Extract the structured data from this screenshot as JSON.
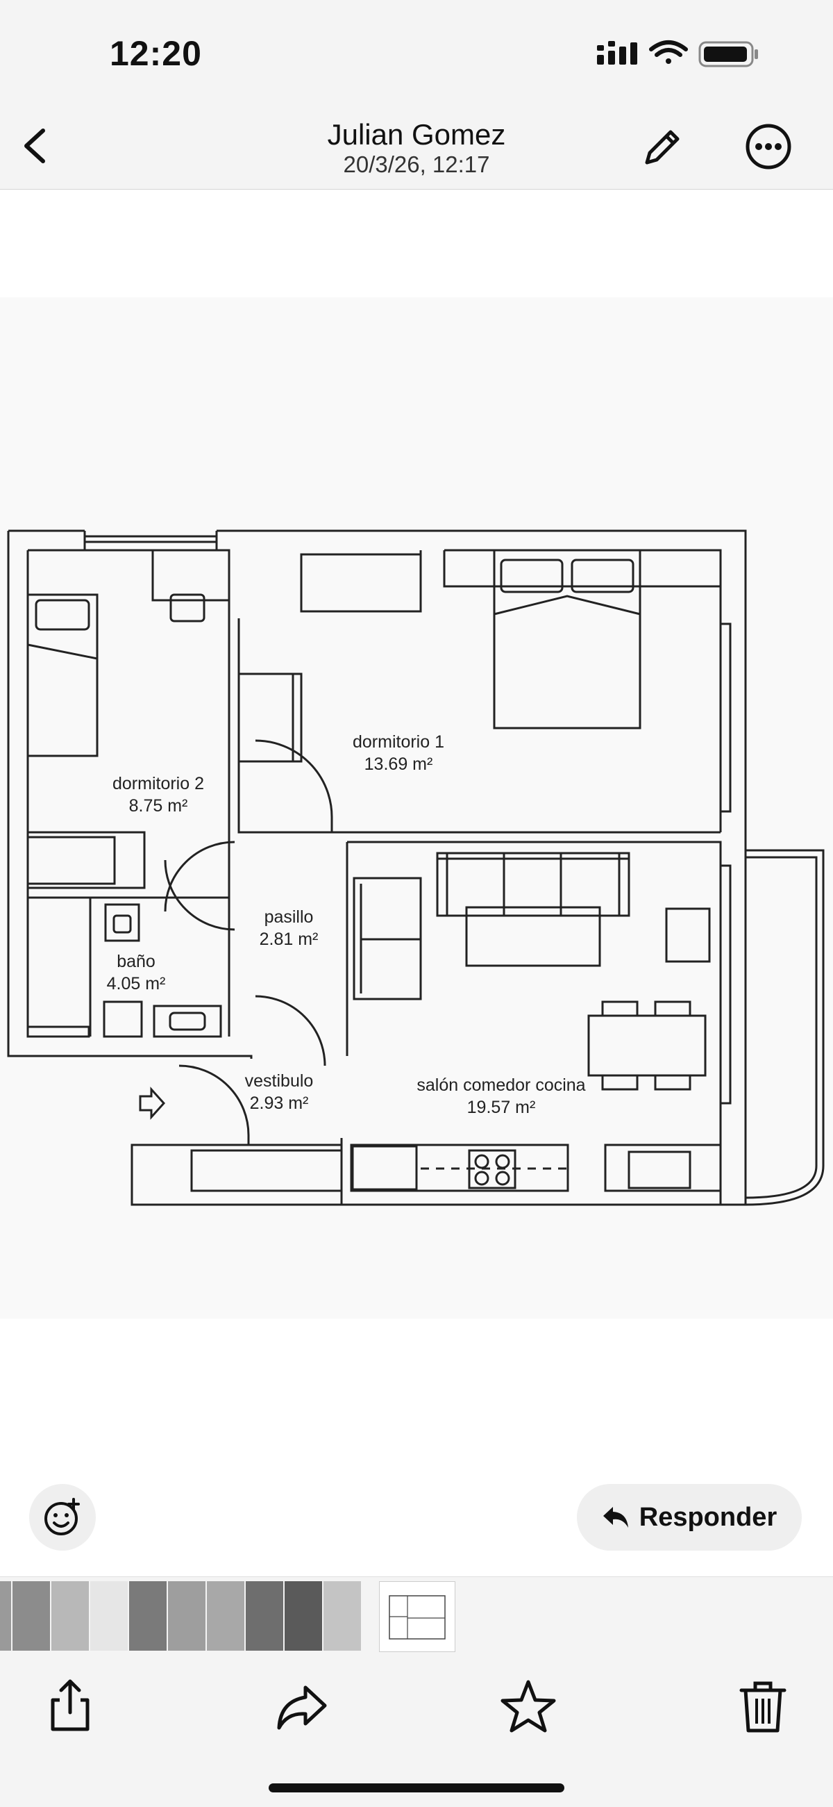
{
  "status_bar": {
    "time": "12:20"
  },
  "header": {
    "title": "Julian Gomez",
    "subtitle": "20/3/26, 12:17"
  },
  "floor_plan": {
    "rooms": [
      {
        "name": "dormitorio 2",
        "area": "8.75 m²"
      },
      {
        "name": "dormitorio 1",
        "area": "13.69 m²"
      },
      {
        "name": "pasillo",
        "area": "2.81 m²"
      },
      {
        "name": "baño",
        "area": "4.05 m²"
      },
      {
        "name": "vestibulo",
        "area": "2.93 m²"
      },
      {
        "name": "salón comedor cocina",
        "area": "19.57 m²"
      }
    ]
  },
  "actions": {
    "reply_label": "Responder"
  },
  "icons": {
    "back": "chevron-left-icon",
    "edit": "pencil-icon",
    "more": "ellipsis-circle-icon",
    "emoji": "add-reaction-icon",
    "reply": "reply-arrow-icon",
    "share": "share-icon",
    "forward": "forward-icon",
    "favorite": "star-icon",
    "delete": "trash-icon"
  },
  "colors": {
    "bar_background": "#f4f4f4",
    "plan_line": "#222222"
  }
}
